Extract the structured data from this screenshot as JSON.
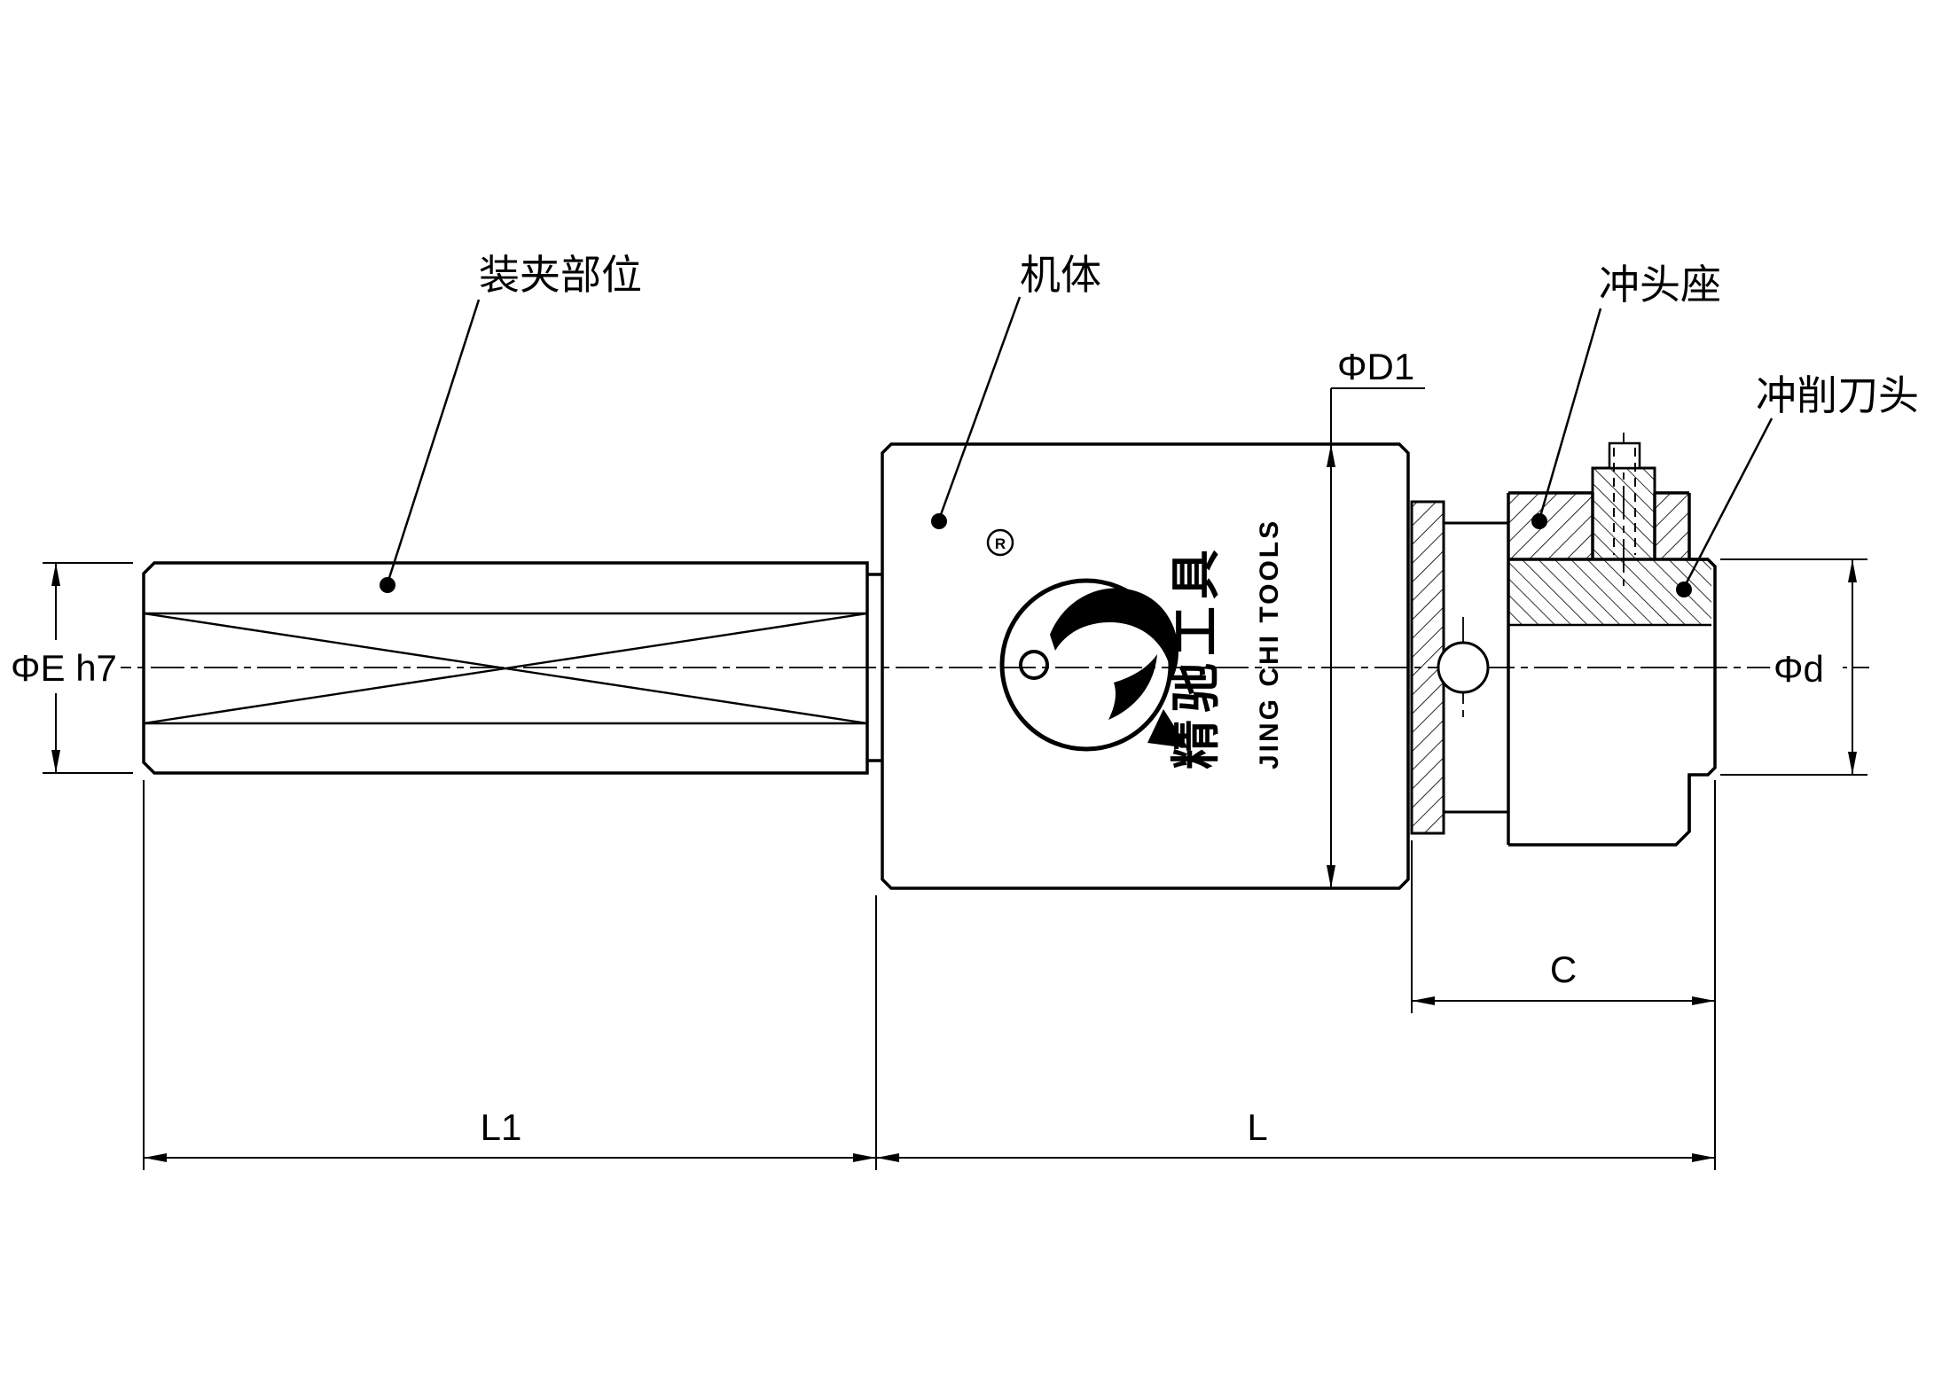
{
  "callouts": {
    "clamping_part": "装夹部位",
    "machine_body": "机体",
    "punch_seat": "冲头座",
    "punch_cutter_head": "冲削刀头"
  },
  "dimensions": {
    "shank_diameter": "ΦE h7",
    "body_diameter": "ΦD1",
    "cutter_diameter": "Φd",
    "seat_length": "C",
    "shank_length": "L1",
    "body_length": "L"
  },
  "logo": {
    "registered_mark": "R",
    "brand_chinese": "精驰工具",
    "brand_english": "JING CHI TOOLS"
  },
  "colors": {
    "line": "#000000",
    "background": "#ffffff"
  }
}
